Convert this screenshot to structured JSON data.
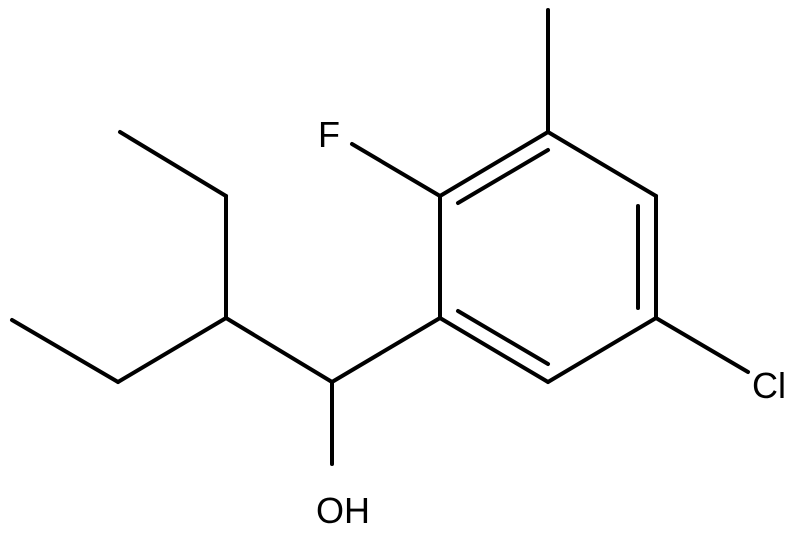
{
  "molecule": {
    "atom_labels": {
      "fluorine": "F",
      "chlorine": "Cl",
      "hydroxyl": "OH"
    }
  },
  "colors": {
    "bond": "#000000",
    "background": "#ffffff"
  }
}
